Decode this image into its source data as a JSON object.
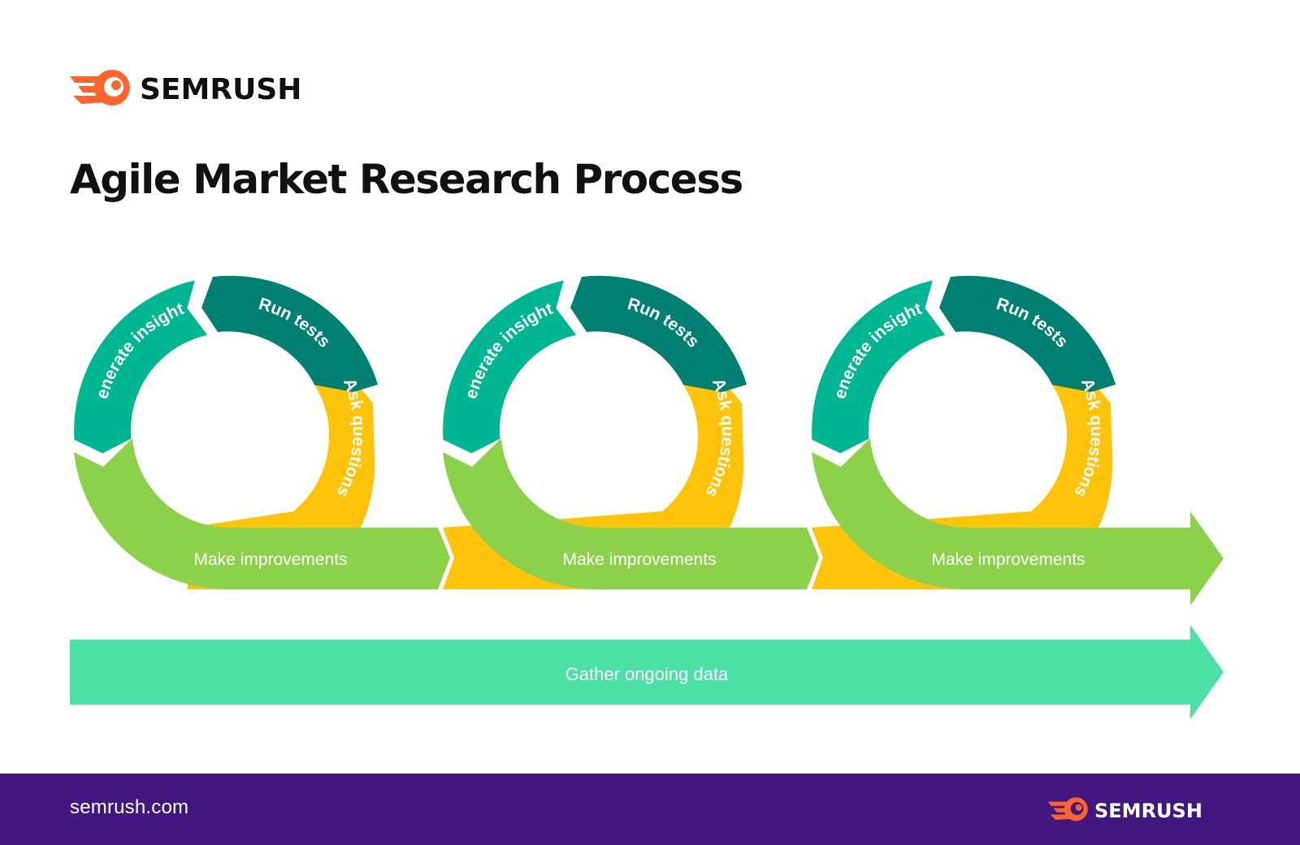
{
  "brand": {
    "name": "SEMRUSH",
    "logo_icon": "semrush-fireball-icon",
    "logo_color": "#ff642d",
    "text_color_top": "#111111",
    "text_color_bottom": "#ffffff"
  },
  "title": "Agile Market Research Process",
  "cycles": [
    {
      "stages": {
        "generate": "Generate insights",
        "run": "Run tests",
        "ask": "Ask questions",
        "improve": "Make improvements"
      }
    },
    {
      "stages": {
        "generate": "Generate insights",
        "run": "Run tests",
        "ask": "Ask questions",
        "improve": "Make improvements"
      }
    },
    {
      "stages": {
        "generate": "Generate insights",
        "run": "Run tests",
        "ask": "Ask questions",
        "improve": "Make improvements"
      }
    }
  ],
  "ongoing": {
    "label": "Gather ongoing data"
  },
  "footer": {
    "site": "semrush.com"
  },
  "colors": {
    "generate": "#00b592",
    "run": "#008073",
    "ask": "#ffc30b",
    "improve": "#8bd14a",
    "ongoing": "#4be0a6",
    "footer_bg": "#42177f",
    "title": "#111111"
  }
}
